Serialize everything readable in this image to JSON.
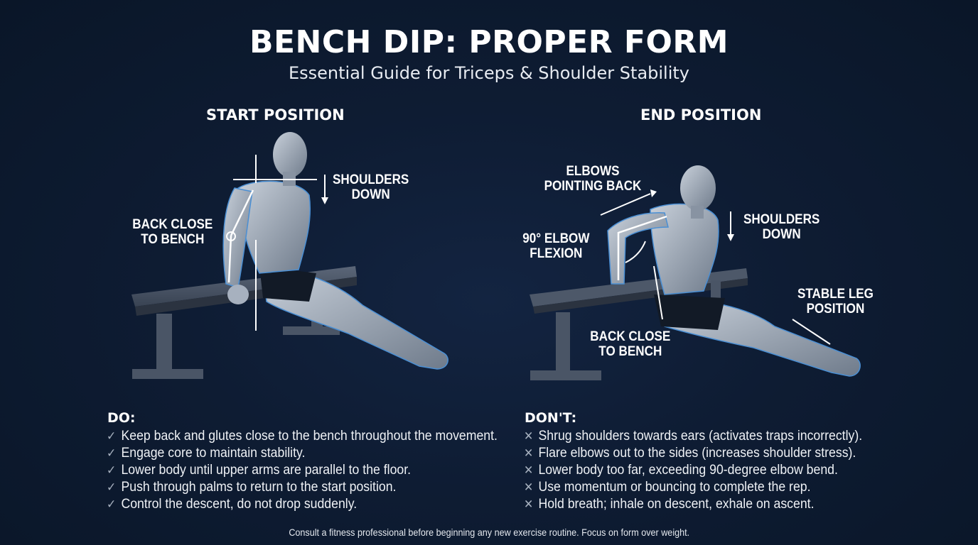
{
  "header": {
    "title": "BENCH DIP: PROPER FORM",
    "subtitle": "Essential Guide for Triceps & Shoulder Stability"
  },
  "panels": {
    "start": {
      "title": "START POSITION",
      "labels": {
        "shoulders": "SHOULDERS\nDOWN",
        "back": "BACK CLOSE\nTO BENCH"
      }
    },
    "end": {
      "title": "END POSITION",
      "labels": {
        "elbows": "ELBOWS\nPOINTING BACK",
        "flexion": "90° ELBOW\nFLEXION",
        "shoulders": "SHOULDERS\nDOWN",
        "back": "BACK CLOSE\nTO BENCH",
        "legs": "STABLE LEG\nPOSITION"
      }
    }
  },
  "do": {
    "heading": "DO:",
    "icon": "check-icon",
    "mark": "✓",
    "items": [
      "Keep back and glutes close to the bench throughout the movement.",
      "Engage core to maintain stability.",
      "Lower body until upper arms are parallel to the floor.",
      "Push through palms to return to the start position.",
      "Control the descent, do not drop suddenly."
    ]
  },
  "dont": {
    "heading": "DON'T:",
    "icon": "x-icon",
    "mark": "✕",
    "items": [
      "Shrug shoulders towards ears (activates traps incorrectly).",
      "Flare elbows out to the sides (increases shoulder stress).",
      "Lower body too far, exceeding 90-degree elbow bend.",
      "Use momentum or bouncing to complete the rep.",
      "Hold breath; inhale on descent, exhale on ascent."
    ]
  },
  "footer": {
    "text": "Consult a fitness professional before beginning any new exercise routine. Focus on form over weight."
  },
  "colors": {
    "background": "#0e1c33",
    "figure": "#9aa6b5",
    "accent_outline": "#4a8fd4",
    "bench": "#4a5566"
  }
}
